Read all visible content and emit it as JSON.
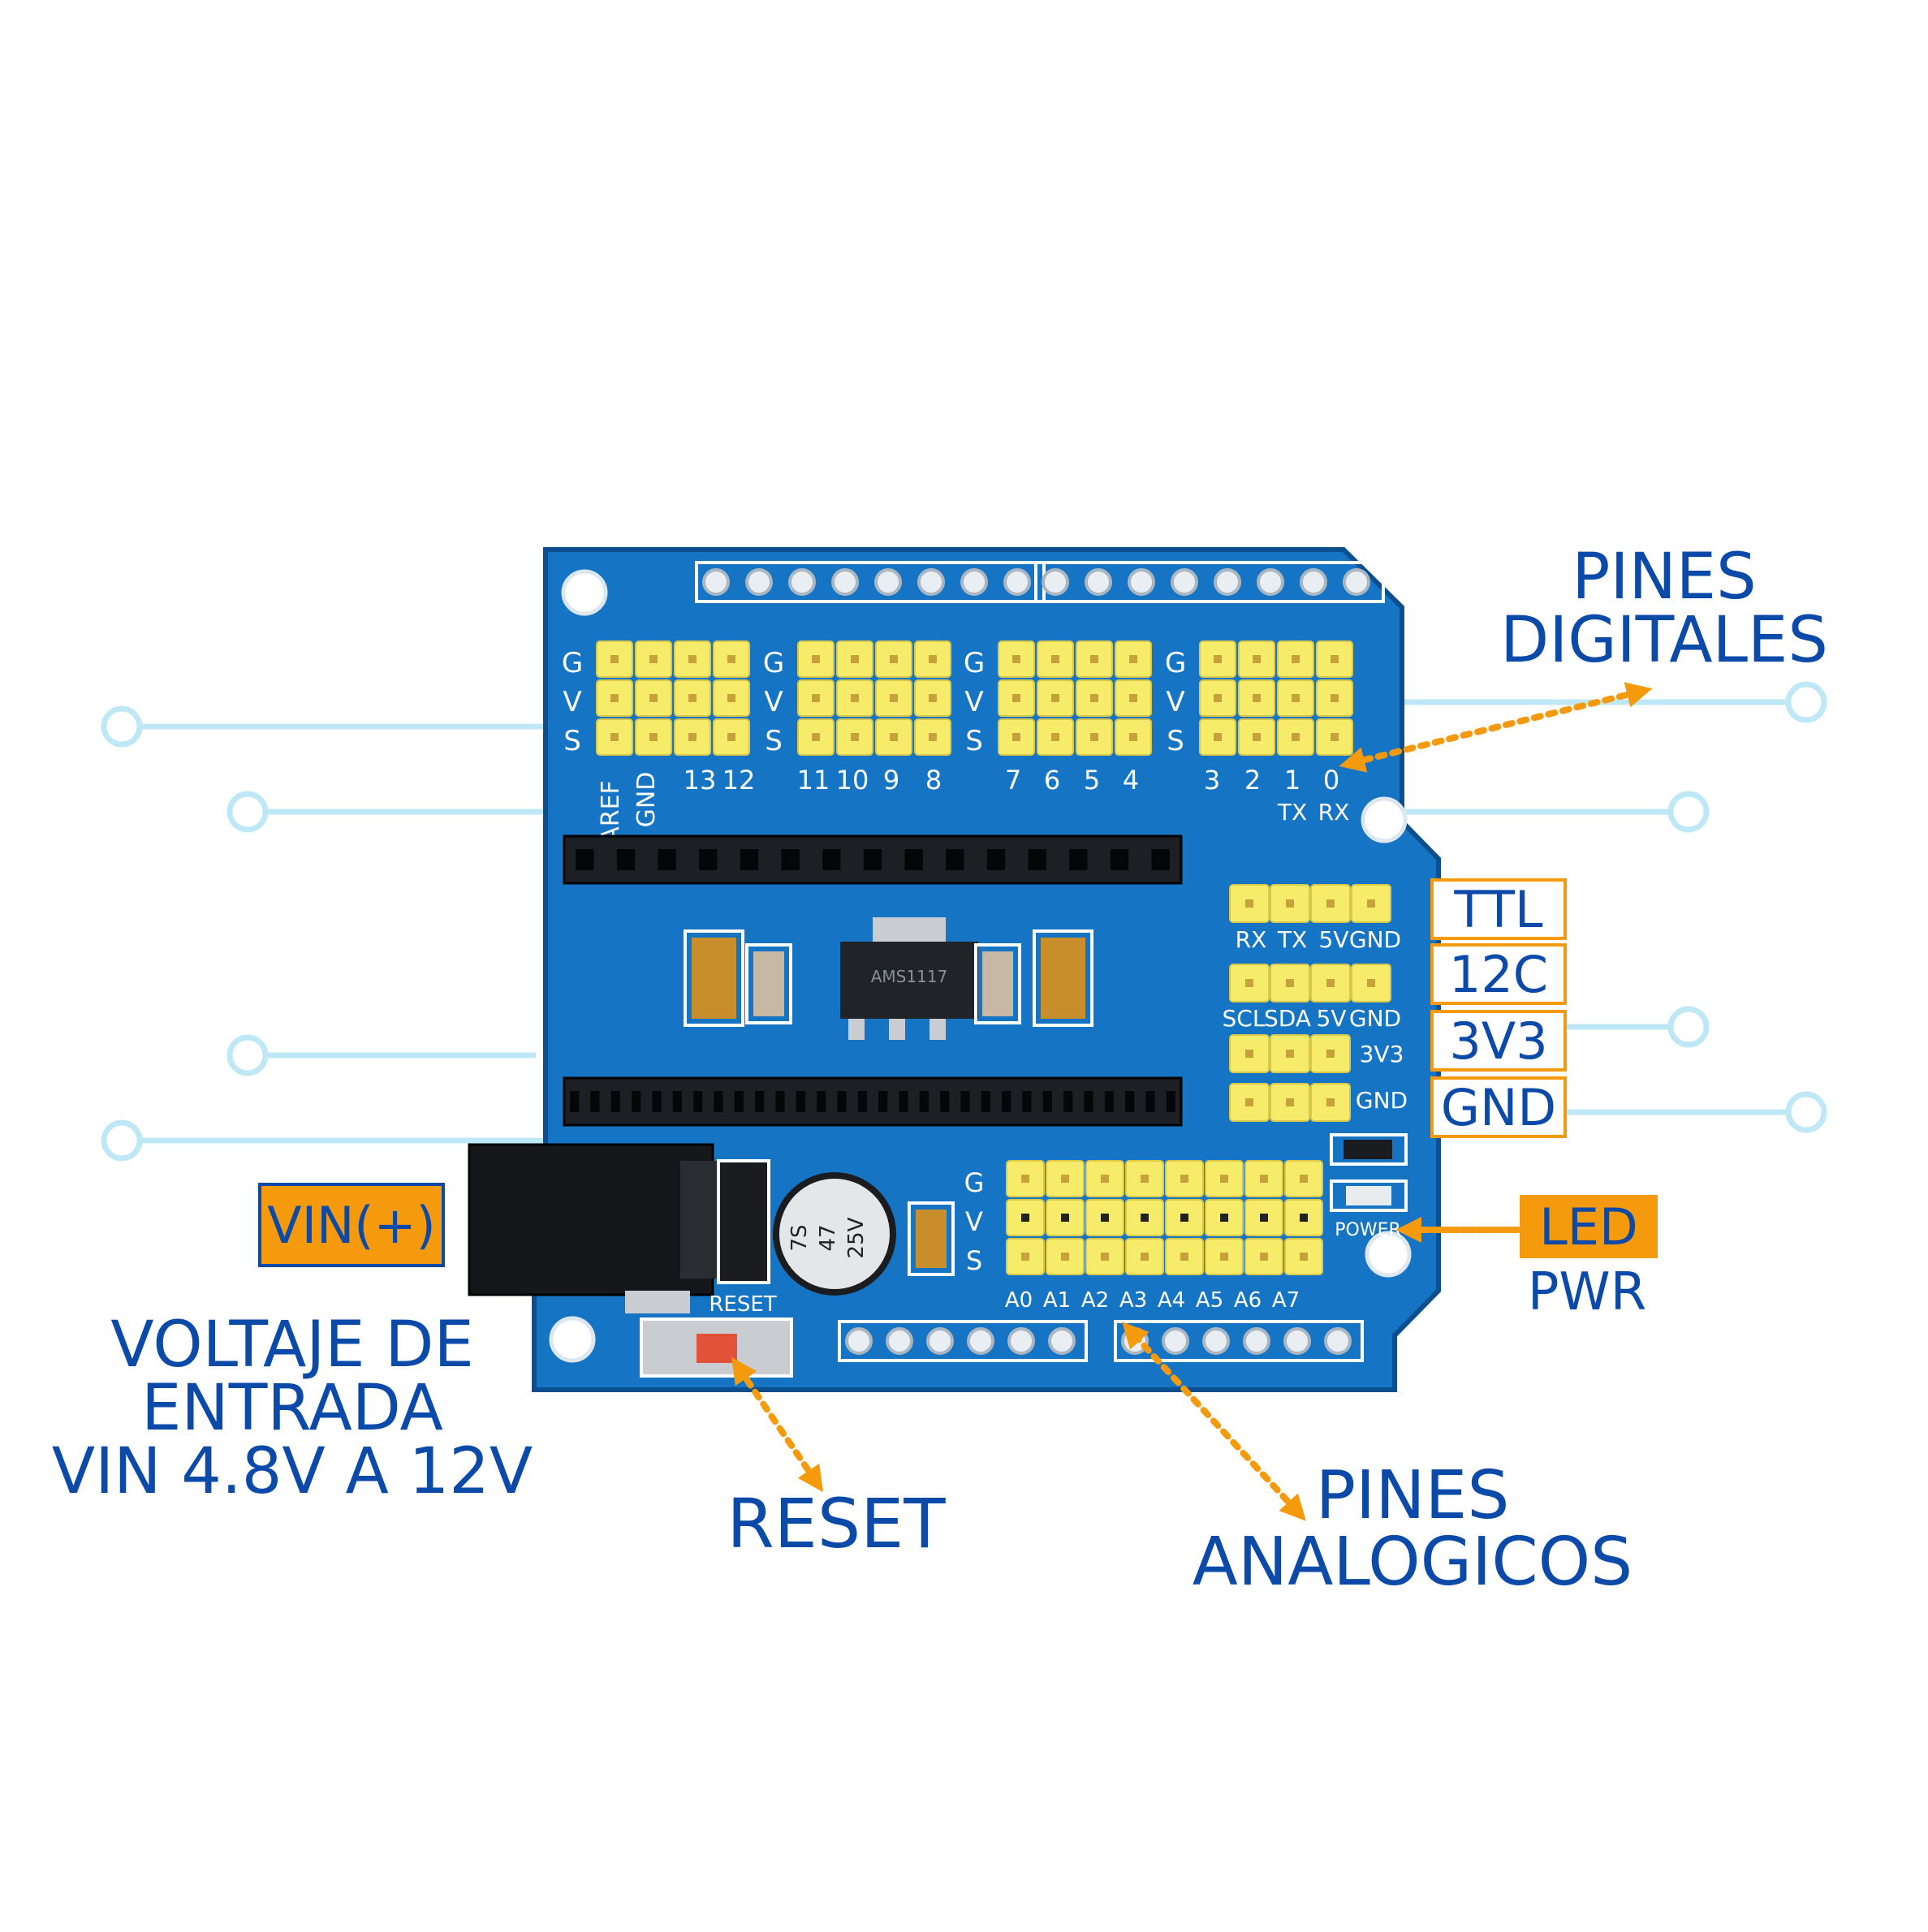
{
  "colors": {
    "board": "#1674c4",
    "board_dark": "#0c4f8f",
    "header_yellow": "#f7ec6a",
    "callout_text": "#0b4aa8",
    "accent": "#f59a0c",
    "decor": "#bfe8f7"
  },
  "board": {
    "pin_group_label": [
      "G",
      "V",
      "S"
    ],
    "digital_pins": [
      "AREF",
      "GND",
      "13",
      "12",
      "11",
      "10",
      "9",
      "8",
      "7",
      "6",
      "5",
      "4",
      "3",
      "2",
      "1",
      "0"
    ],
    "tx_rx": [
      "TX",
      "RX"
    ],
    "ttl_pins": [
      "RX",
      "TX",
      "5V",
      "GND"
    ],
    "i2c_pins": [
      "SCL",
      "SDA",
      "5V",
      "GND"
    ],
    "v33_label": "3V3",
    "gnd_label": "GND",
    "analog_pins": [
      "A0",
      "A1",
      "A2",
      "A3",
      "A4",
      "A5",
      "A6",
      "A7"
    ],
    "reset_silk": "RESET",
    "power_silk": "POWER",
    "capacitor_text": [
      "7S",
      "47",
      "25V"
    ],
    "regulator_text": "AMS1117"
  },
  "callouts": {
    "digital_line1": "PINES",
    "digital_line2": "DIGITALES",
    "ttl": "TTL",
    "i2c": "12C",
    "v33": "3V3",
    "gnd": "GND",
    "led": "LED",
    "pwr": "PWR",
    "vin": "VIN(+)",
    "voltage_line1": "VOLTAJE DE",
    "voltage_line2": "ENTRADA",
    "voltage_line3": "VIN 4.8V A 12V",
    "reset": "RESET",
    "analog_line1": "PINES",
    "analog_line2": "ANALOGICOS"
  }
}
